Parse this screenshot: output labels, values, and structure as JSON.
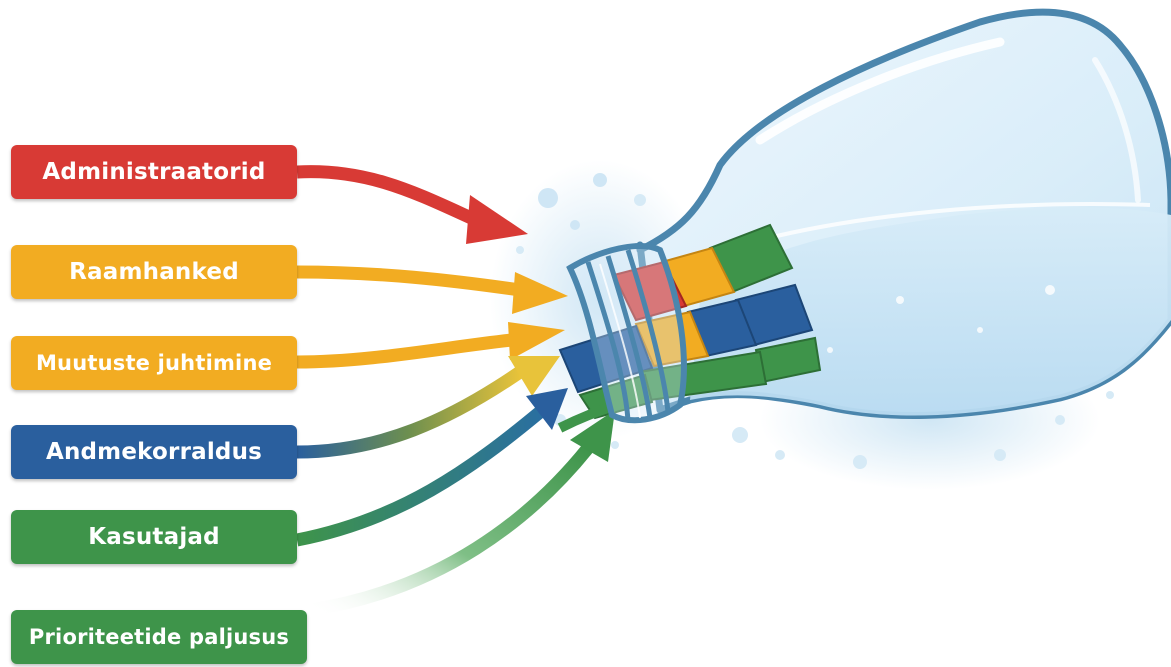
{
  "labels": [
    {
      "text": "Administraatorid",
      "color": "#d83a35"
    },
    {
      "text": "Raamhanked",
      "color": "#f2ac22"
    },
    {
      "text": "Muutuste juhtimine",
      "color": "#f2ac22"
    },
    {
      "text": "Andmekorraldus",
      "color": "#2a5f9e"
    },
    {
      "text": "Kasutajad",
      "color": "#3e944a"
    },
    {
      "text": "Prioriteetide paljusus",
      "color": "#3e944a"
    }
  ],
  "colors": {
    "red": "#d83a35",
    "yellow": "#f2ac22",
    "blue": "#2a5f9e",
    "green": "#3e944a",
    "glass_outline": "#4b86ad",
    "water": "#cfe6f5"
  },
  "icons": [
    "bottle-icon",
    "arrow-icon",
    "block-icon",
    "splash-icon"
  ]
}
